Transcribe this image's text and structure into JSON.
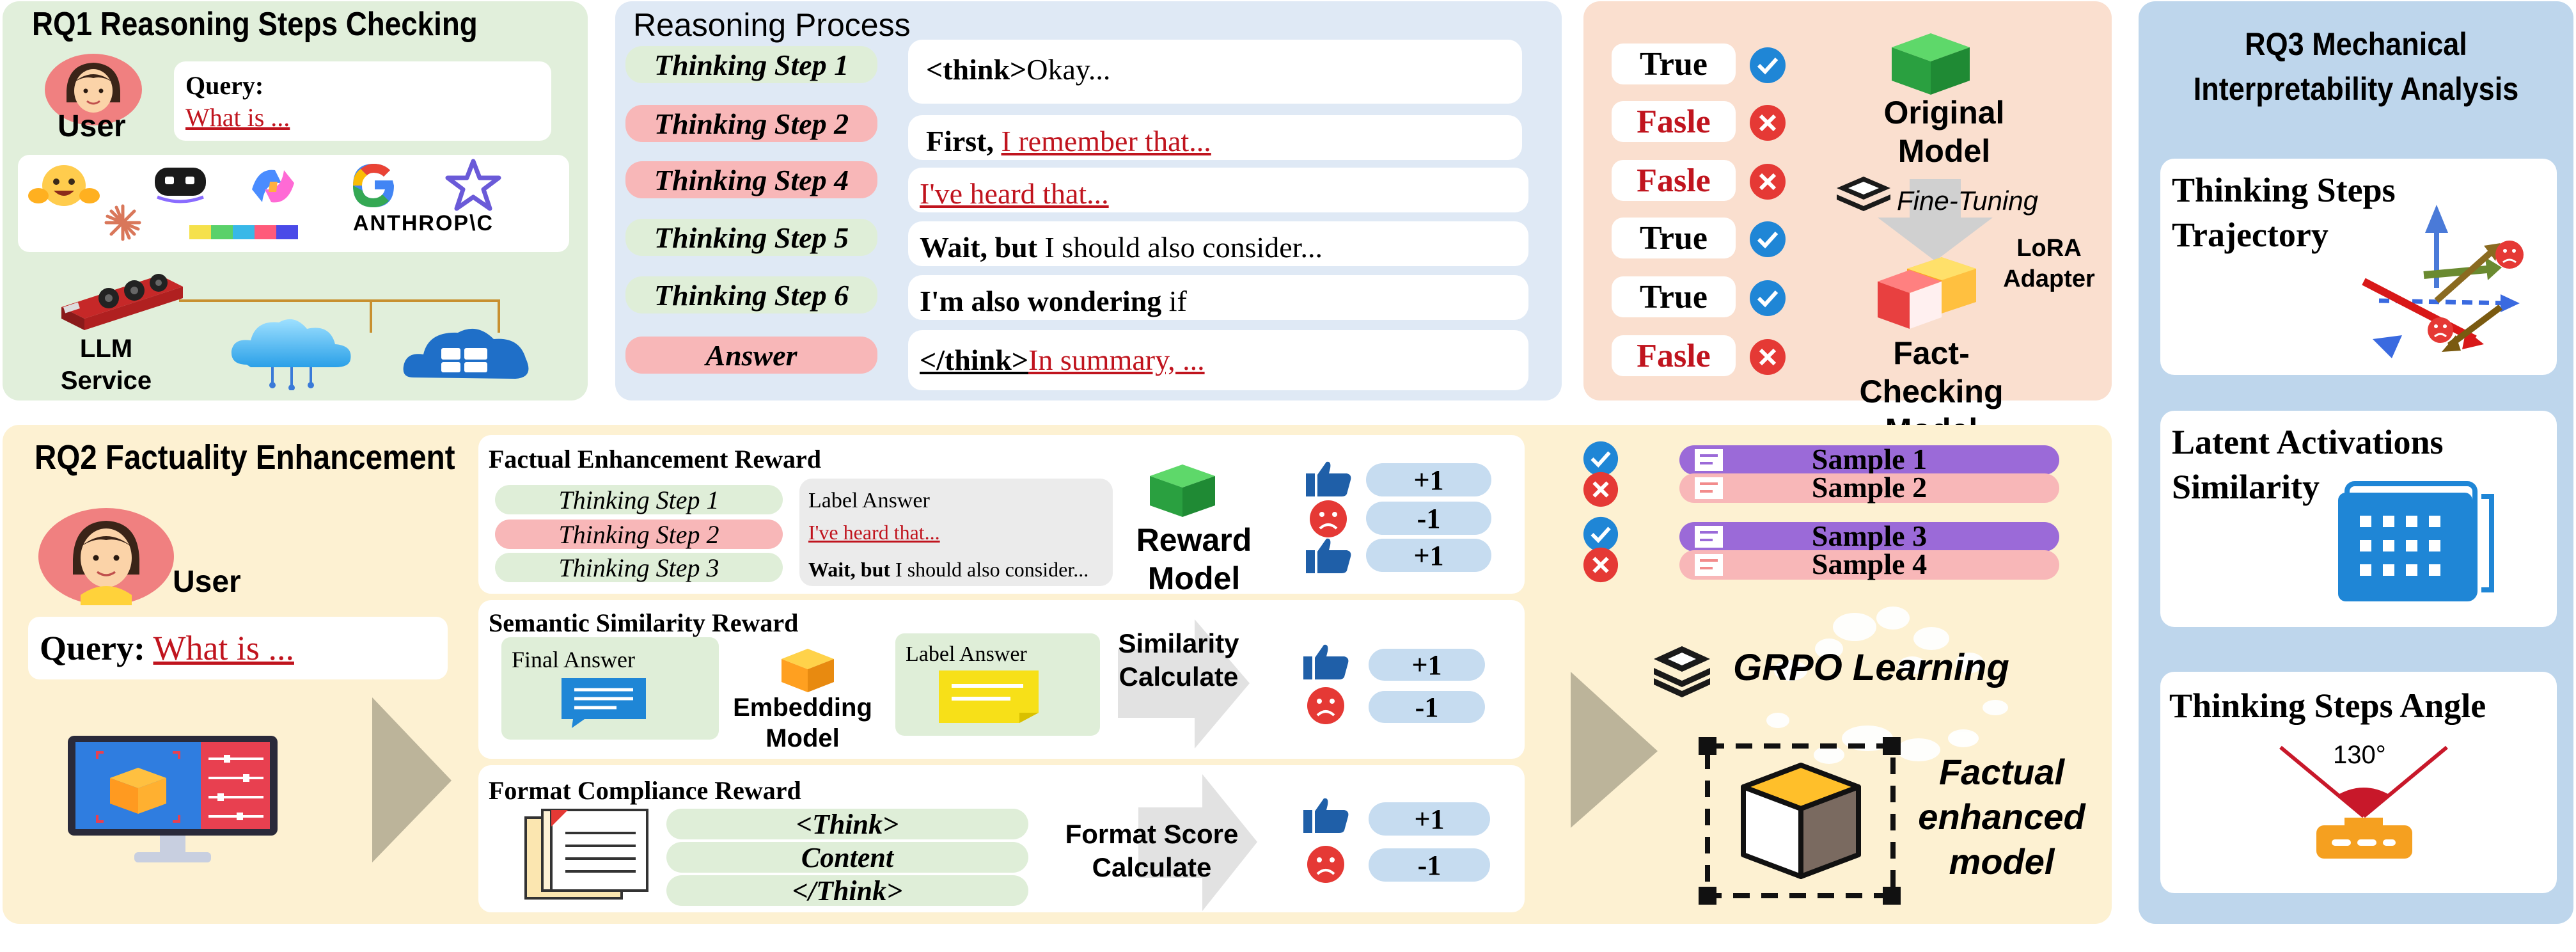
{
  "rq1": {
    "title": "RQ1 Reasoning Steps Checking",
    "user_label": "User",
    "query_label": "Query:",
    "query_text": "What is ...",
    "llm_service_label": "LLM\nService",
    "anthropic_text": "ANTHROP\\C",
    "google_letter": "G"
  },
  "reasoning": {
    "title": "Reasoning Process",
    "steps": [
      {
        "label": "Thinking Step 1",
        "type": "green"
      },
      {
        "label": "Thinking Step 2",
        "type": "pink"
      },
      {
        "label": "Thinking Step 4",
        "type": "pink"
      },
      {
        "label": "Thinking Step 5",
        "type": "green"
      },
      {
        "label": "Thinking Step 6",
        "type": "green"
      },
      {
        "label": "Answer",
        "type": "pink"
      }
    ],
    "contents": [
      {
        "bold": "<think>",
        "plain": "Okay...",
        "red": ""
      },
      {
        "bold": "First, ",
        "plain": "",
        "red": "I remember that..."
      },
      {
        "bold": "",
        "plain": "",
        "red": "I've heard that..."
      },
      {
        "bold": "Wait, but",
        "plain": " I should also consider...",
        "red": ""
      },
      {
        "bold": "I'm also wondering",
        "plain": " if",
        "red": ""
      },
      {
        "bold": "</think>",
        "plain": "",
        "red": "In summary, ..."
      }
    ]
  },
  "factcheck": {
    "verdicts": [
      "True",
      "Fasle",
      "Fasle",
      "True",
      "True",
      "Fasle"
    ],
    "original_model_label": "Original\nModel",
    "fine_tuning_label": "Fine-Tuning",
    "lora_label": "LoRA\nAdapter",
    "fact_checking_label": "Fact-Checking\nModel"
  },
  "rq2": {
    "title": "RQ2 Factuality Enhancement",
    "user_label": "User",
    "query_label": "Query:",
    "query_text": "What is ...",
    "factual_reward": {
      "title": "Factual Enhancement Reward",
      "steps": [
        {
          "label": "Thinking Step 1",
          "type": "green"
        },
        {
          "label": "Thinking Step 2",
          "type": "pink"
        },
        {
          "label": "Thinking Step 3",
          "type": "green"
        }
      ],
      "label_answer_title": "Label Answer",
      "label_answer_red": "I've heard that...",
      "label_answer_bold": "Wait, but",
      "label_answer_plain": " I should also consider...",
      "reward_model_label": "Reward\nModel",
      "scores": [
        "+1",
        "-1",
        "+1"
      ]
    },
    "semantic_reward": {
      "title": "Semantic Similarity Reward",
      "final_answer_label": "Final Answer",
      "embedding_label": "Embedding\nModel",
      "label_answer_label": "Label Answer",
      "similarity_label": "Similarity\nCalculate",
      "scores": [
        "+1",
        "-1"
      ]
    },
    "format_reward": {
      "title": "Format Compliance Reward",
      "tags": [
        "<Think>",
        "Content",
        "</Think>"
      ],
      "format_score_label": "Format Score\nCalculate",
      "scores": [
        "+1",
        "-1"
      ]
    },
    "samples": [
      {
        "label": "Sample 1",
        "ok": true
      },
      {
        "label": "Sample 2",
        "ok": false
      },
      {
        "label": "Sample 3",
        "ok": true
      },
      {
        "label": "Sample 4",
        "ok": false
      }
    ],
    "grpo_label": "GRPO Learning",
    "factual_model_label": "Factual\nenhanced\nmodel"
  },
  "rq3": {
    "title": "RQ3 Mechanical\nInterpretability Analysis",
    "cards": [
      {
        "title": "Thinking Steps\nTrajectory"
      },
      {
        "title": "Latent Activations\nSimilarity"
      },
      {
        "title": "Thinking Steps Angle"
      }
    ],
    "angle_text": "130°"
  },
  "colors": {
    "rq1_bg": "#e1efdb",
    "reasoning_bg": "#dfe9f5",
    "factcheck_bg": "#fadfcf",
    "rq2_bg": "#fdf1d2",
    "rq3_bg": "#bed6ec",
    "red": "#c0141e",
    "check_blue": "#1f86d6",
    "cross_red": "#e53935"
  }
}
